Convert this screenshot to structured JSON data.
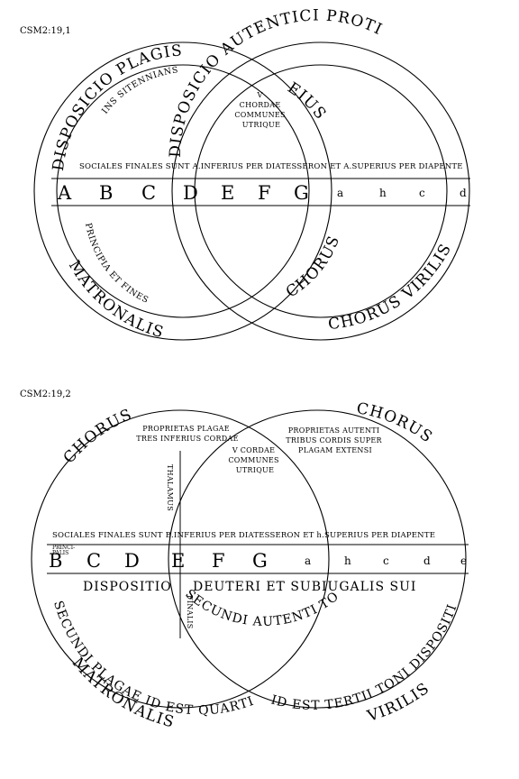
{
  "figure1": {
    "label": "CSM2:19,1",
    "arc_top_left": "DISPOSICIO PLAGIS",
    "arc_top_right": "DISPOSICIO AUTENTICI PROTI",
    "arc_inner_left": "EIUS",
    "inner_left_text": "INS SITENNIANS",
    "center_note": [
      "V",
      "CHORDAE",
      "COMMUNES",
      "UTRIQUE"
    ],
    "band_text": "SOCIALES FINALES SUNT A.INFERIUS PER DIATESSERON ET A.SUPERIUS PER DIAPENTE",
    "letters_big": [
      "A",
      "B",
      "C",
      "D",
      "E",
      "F",
      "G"
    ],
    "letters_small": [
      "a",
      "h",
      "c",
      "d"
    ],
    "lower_left_inner": "PRINCIPIA ET FINES",
    "lower_left_outer": "MATRONALIS",
    "lower_right_inner": "CHORUS",
    "lower_right_outer": "CHORUS VIRILIS"
  },
  "figure2": {
    "label": "CSM2:19,2",
    "chorus_left": "CHORUS",
    "chorus_right": "CHORUS",
    "left_note": [
      "PROPRIETAS PLAGAE",
      "TRES INFERIUS CORDAE"
    ],
    "right_note": [
      "PROPRIETAS AUTENTI",
      "TRIBUS CORDIS SUPER",
      "PLAGAM EXTENSI"
    ],
    "center_note": [
      "V CORDAE",
      "COMMUNES",
      "UTRIQUE"
    ],
    "thalamus": "THALAMUS",
    "finalis": "FINALIS",
    "band_text": "SOCIALES FINALES SUNT B.INFERIUS PER DIATESSERON ET h.SUPERIUS PER DIAPENTE",
    "principalis": [
      "PRINCI-",
      "PALIS"
    ],
    "letters_big": [
      "B",
      "C",
      "D",
      "E",
      "F",
      "G"
    ],
    "letters_small": [
      "a",
      "h",
      "c",
      "d",
      "e"
    ],
    "band_lower_left": "DISPOSITIO",
    "band_lower_right": "DEUTERI ET SUBIUGALIS SUI",
    "arc_lower_left_inner": "SECUNDI PLAGAE ID EST QUARTI",
    "arc_lower_right_inner": "SECUNDI AUTENTI TONI DISPOSITIO",
    "arc_lower_right_inner2": "ID EST TERTII TONI DISPOSITIO",
    "arc_lower_left_outer": "MATRONALIS",
    "arc_lower_right_outer": "VIRILIS"
  }
}
